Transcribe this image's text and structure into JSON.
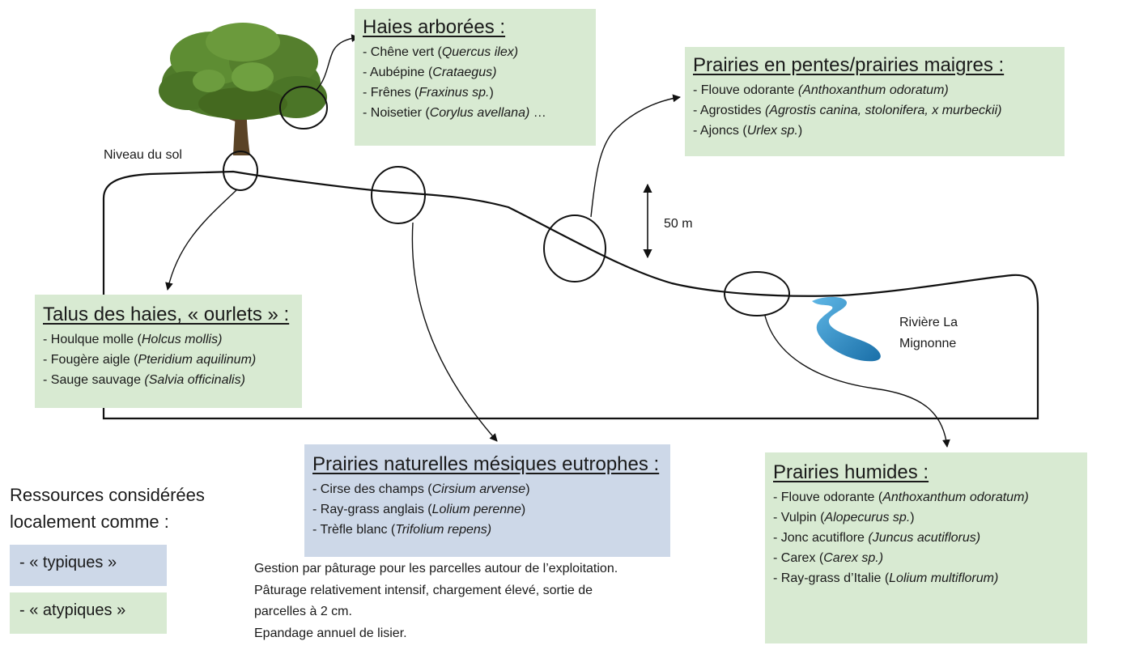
{
  "hedge_trees": {
    "title": "Haies arborées :",
    "items": [
      {
        "prefix": "- Chêne vert (",
        "latin": "Quercus ilex)",
        "suffix": ""
      },
      {
        "prefix": "- Aubépine (",
        "latin": "Crataegus)",
        "suffix": ""
      },
      {
        "prefix": "- Frênes (",
        "latin": "Fraxinus sp.",
        "suffix": ")"
      },
      {
        "prefix": "- Noisetier (",
        "latin": "Corylus avellana)",
        "suffix": " …"
      }
    ]
  },
  "slope_meadows": {
    "title": "Prairies en pentes/prairies maigres :",
    "items": [
      {
        "prefix": "- Flouve odorante ",
        "latin": "(Anthoxanthum odoratum)",
        "suffix": ""
      },
      {
        "prefix": "- Agrostides ",
        "latin": "(Agrostis canina, stolonifera, x murbeckii)",
        "suffix": ""
      },
      {
        "prefix": "- Ajoncs (",
        "latin": "Urlex sp.",
        "suffix": ")"
      }
    ]
  },
  "hedge_banks": {
    "title": "Talus des haies, « ourlets » :",
    "items": [
      {
        "prefix": "- Houlque molle (",
        "latin": "Holcus mollis)",
        "suffix": ""
      },
      {
        "prefix": "- Fougère aigle (",
        "latin": "Pteridium aquilinum)",
        "suffix": ""
      },
      {
        "prefix": "- Sauge sauvage ",
        "latin": "(Salvia officinalis)",
        "suffix": ""
      }
    ]
  },
  "mesic_meadows": {
    "title": "Prairies naturelles mésiques eutrophes :",
    "items": [
      {
        "prefix": "- Cirse des champs (",
        "latin": "Cirsium arvense",
        "suffix": ")"
      },
      {
        "prefix": "- Ray-grass anglais (",
        "latin": "Lolium perenne",
        "suffix": ")"
      },
      {
        "prefix": "- Trèfle blanc (",
        "latin": "Trifolium repens)",
        "suffix": ""
      }
    ]
  },
  "wet_meadows": {
    "title": "Prairies humides :",
    "items": [
      {
        "prefix": "- Flouve odorante (",
        "latin": "Anthoxanthum odoratum)",
        "suffix": ""
      },
      {
        "prefix": "- Vulpin (",
        "latin": "Alopecurus sp.",
        "suffix": ")"
      },
      {
        "prefix": "- Jonc acutiflore ",
        "latin": "(Juncus acutiflorus)",
        "suffix": ""
      },
      {
        "prefix": "- Carex (",
        "latin": "Carex sp.)",
        "suffix": ""
      },
      {
        "prefix": "- Ray-grass d’Italie (",
        "latin": "Lolium multiflorum)",
        "suffix": ""
      }
    ]
  },
  "labels": {
    "ground_level": "Niveau du sol",
    "scale": "50 m",
    "river_line1": "Rivière La",
    "river_line2": "Mignonne"
  },
  "legend": {
    "heading_line1": "Ressources considérées",
    "heading_line2": "localement comme :",
    "typical": "- « typiques »",
    "atypical": "- « atypiques »",
    "typical_color": "#cdd8e8",
    "atypical_color": "#d8ead2"
  },
  "management_note": [
    "Gestion par pâturage pour les parcelles autour de l’exploitation.",
    "Pâturage relativement intensif, chargement élevé, sortie de",
    "parcelles à 2 cm.",
    "Epandage annuel de lisier."
  ]
}
